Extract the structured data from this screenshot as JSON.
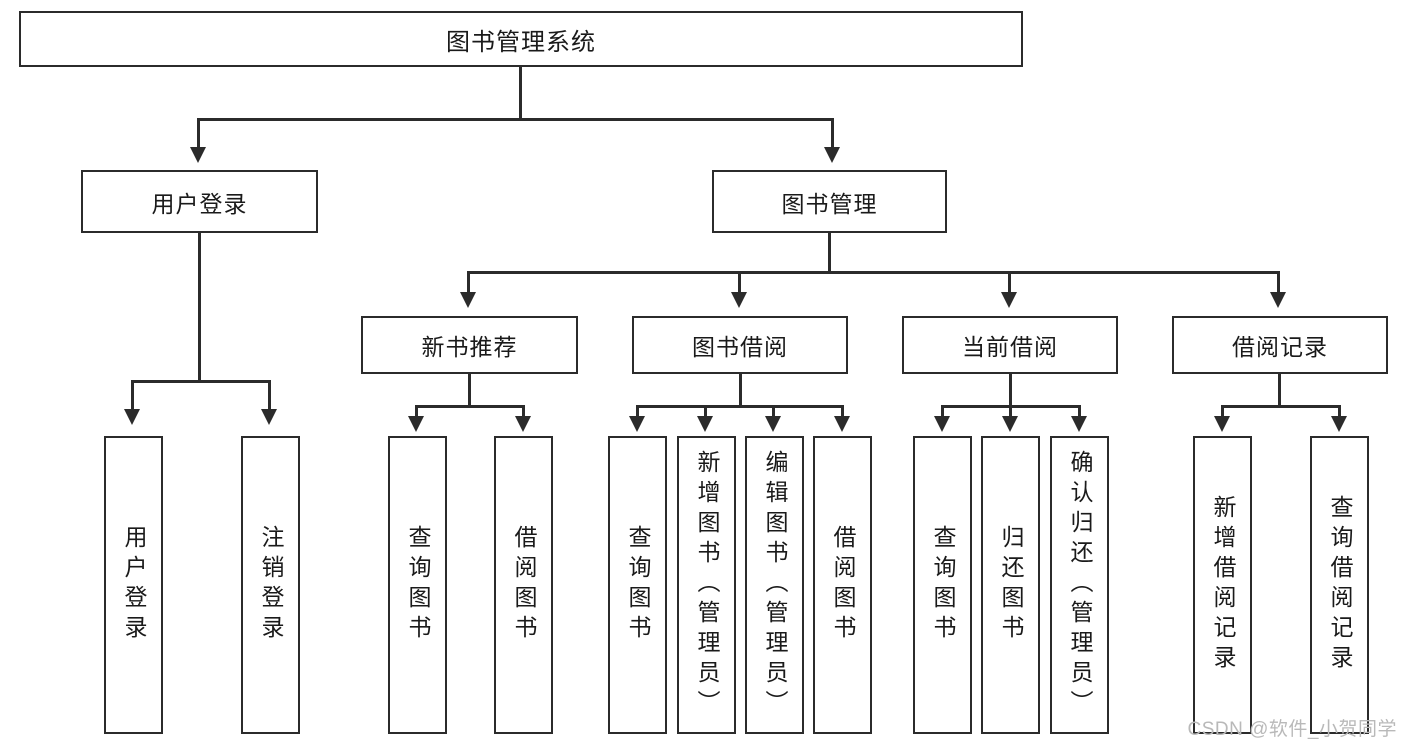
{
  "diagram": {
    "title": "图书管理系统",
    "type": "tree-hierarchy-chart",
    "root": {
      "label": "图书管理系统"
    },
    "level2": [
      {
        "key": "user-login",
        "label": "用户登录"
      },
      {
        "key": "book-management",
        "label": "图书管理"
      }
    ],
    "level3": [
      {
        "key": "new-book-recommend",
        "label": "新书推荐"
      },
      {
        "key": "book-borrow",
        "label": "图书借阅"
      },
      {
        "key": "current-borrow",
        "label": "当前借阅"
      },
      {
        "key": "borrow-record",
        "label": "借阅记录"
      }
    ],
    "leaves": {
      "user_login": [
        {
          "key": "user-login-leaf",
          "label": "用户登录"
        },
        {
          "key": "logout-leaf",
          "label": "注销登录"
        }
      ],
      "new_book_recommend": [
        {
          "key": "query-book-1",
          "label": "查询图书"
        },
        {
          "key": "borrow-book-1",
          "label": "借阅图书"
        }
      ],
      "book_borrow": [
        {
          "key": "query-book-2",
          "label": "查询图书"
        },
        {
          "key": "add-book-admin",
          "label": "新增图书（管理员）"
        },
        {
          "key": "edit-book-admin",
          "label": "编辑图书（管理员）"
        },
        {
          "key": "borrow-book-2",
          "label": "借阅图书"
        }
      ],
      "current_borrow": [
        {
          "key": "query-book-3",
          "label": "查询图书"
        },
        {
          "key": "return-book",
          "label": "归还图书"
        },
        {
          "key": "confirm-return-admin",
          "label": "确认归还（管理员）"
        }
      ],
      "borrow_record": [
        {
          "key": "add-borrow-record",
          "label": "新增借阅记录"
        },
        {
          "key": "query-borrow-record",
          "label": "查询借阅记录"
        }
      ]
    }
  },
  "watermark": {
    "text": "CSDN @软件_小贺同学"
  },
  "colors": {
    "stroke": "#2b2b2b",
    "fill": "#ffffff",
    "text": "#1a1a1a",
    "watermark": "#b9b9b9"
  }
}
